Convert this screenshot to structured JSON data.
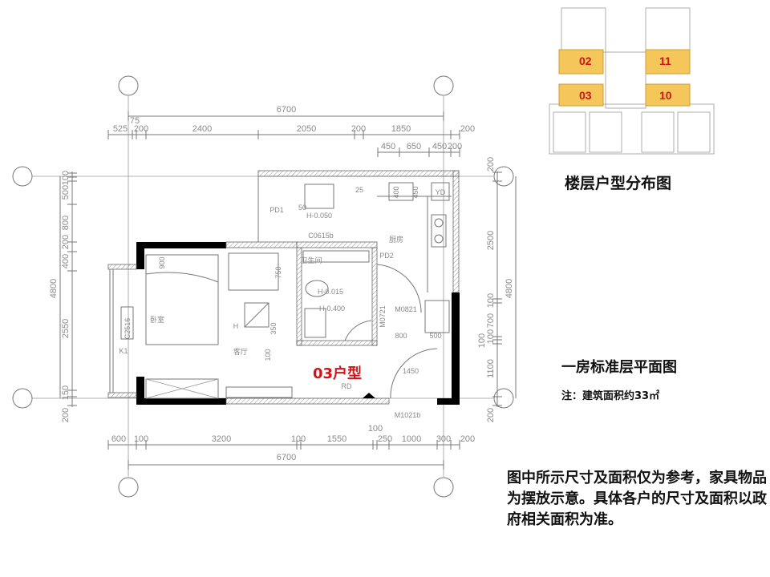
{
  "floor_map": {
    "title": "楼层户型分布图",
    "highlight_color": "#f5c75a",
    "label_color": "#d0141a",
    "units": [
      "02",
      "11",
      "03",
      "10"
    ]
  },
  "plan": {
    "unit_label": "03户型",
    "title": "一房标准层平面图",
    "area_note": "注：建筑面积约33㎡",
    "dims": {
      "top_total": "6700",
      "top_row": [
        "525",
        "75",
        "200",
        "2400",
        "2050",
        "200",
        "1850",
        "200"
      ],
      "top_row2": [
        "450",
        "650",
        "450",
        "200"
      ],
      "bottom_row": [
        "600",
        "100",
        "3200",
        "100",
        "1550",
        "100",
        "250",
        "1000",
        "300",
        "200"
      ],
      "bottom_total": "6700",
      "left_total": "4800",
      "left_row": [
        "100",
        "500",
        "800",
        "200",
        "400",
        "2550",
        "150",
        "200"
      ],
      "right_total": "4800",
      "right_row": [
        "200",
        "2500",
        "100",
        "700",
        "100",
        "100",
        "1100",
        "200"
      ]
    },
    "annotations": [
      "PD1",
      "PD2",
      "H-0.050",
      "C0615b",
      "卫生间",
      "厨房",
      "卧室",
      "客厅",
      "H-0.015",
      "H-0.400",
      "M0821",
      "M0721",
      "M1021b",
      "K1",
      "C2516",
      "RD",
      "H",
      "1450",
      "800",
      "500",
      "750",
      "350",
      "100",
      "900",
      "400",
      "450",
      "YD",
      "50",
      "25"
    ]
  },
  "disclaimer": "图中所示尺寸及面积仅为参考，家具物品为摆放示意。具体各户的尺寸及面积以政府相关面积为准。"
}
